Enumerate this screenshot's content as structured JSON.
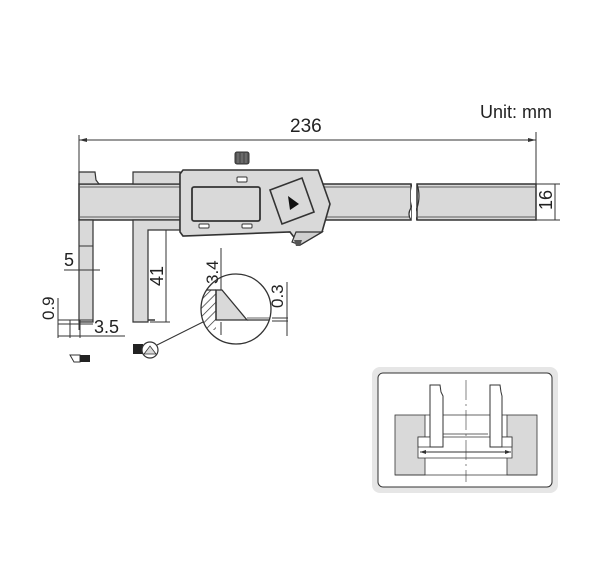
{
  "diagram": {
    "subject": "Digital caliper with point jaws",
    "unit_label": "Unit: mm",
    "dimensions": {
      "overall_length": "236",
      "beam_height": "16",
      "inner_jaw_length": "41",
      "outer_jaw_step": "5",
      "tip_height": "0.9",
      "tip_width": "3.5",
      "detail_height": "3.4",
      "detail_edge": "0.3"
    },
    "display": {
      "button_icon": "play-triangle-icon"
    },
    "colors": {
      "body_fill": "#d9d9d9",
      "outline": "#333333",
      "inset_background": "#e6e6e6"
    },
    "inset": {
      "description": "Application example: measuring internal groove width"
    }
  }
}
